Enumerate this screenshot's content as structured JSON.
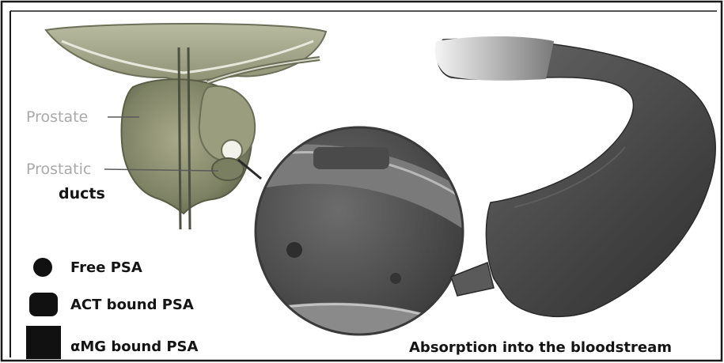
{
  "labels": {
    "prostate": "Prostate",
    "prostatic_line1": "Prostatic",
    "prostatic_line2": "ducts",
    "absorption": "Absorption into the bloodstream"
  },
  "legend": {
    "items": [
      {
        "label": "Free PSA",
        "symbol": "circle"
      },
      {
        "label": "ACT bound PSA",
        "symbol": "rounded-square"
      },
      {
        "label": "αMG bound PSA",
        "symbol": "square"
      }
    ]
  },
  "colors": {
    "prostate_tissue": "#8e9270",
    "vessel": "#4b4b4b",
    "label_gray": "#a9a9a9",
    "legend_symbol": "#111111",
    "magnifier_rim": "#3a3a3a"
  }
}
